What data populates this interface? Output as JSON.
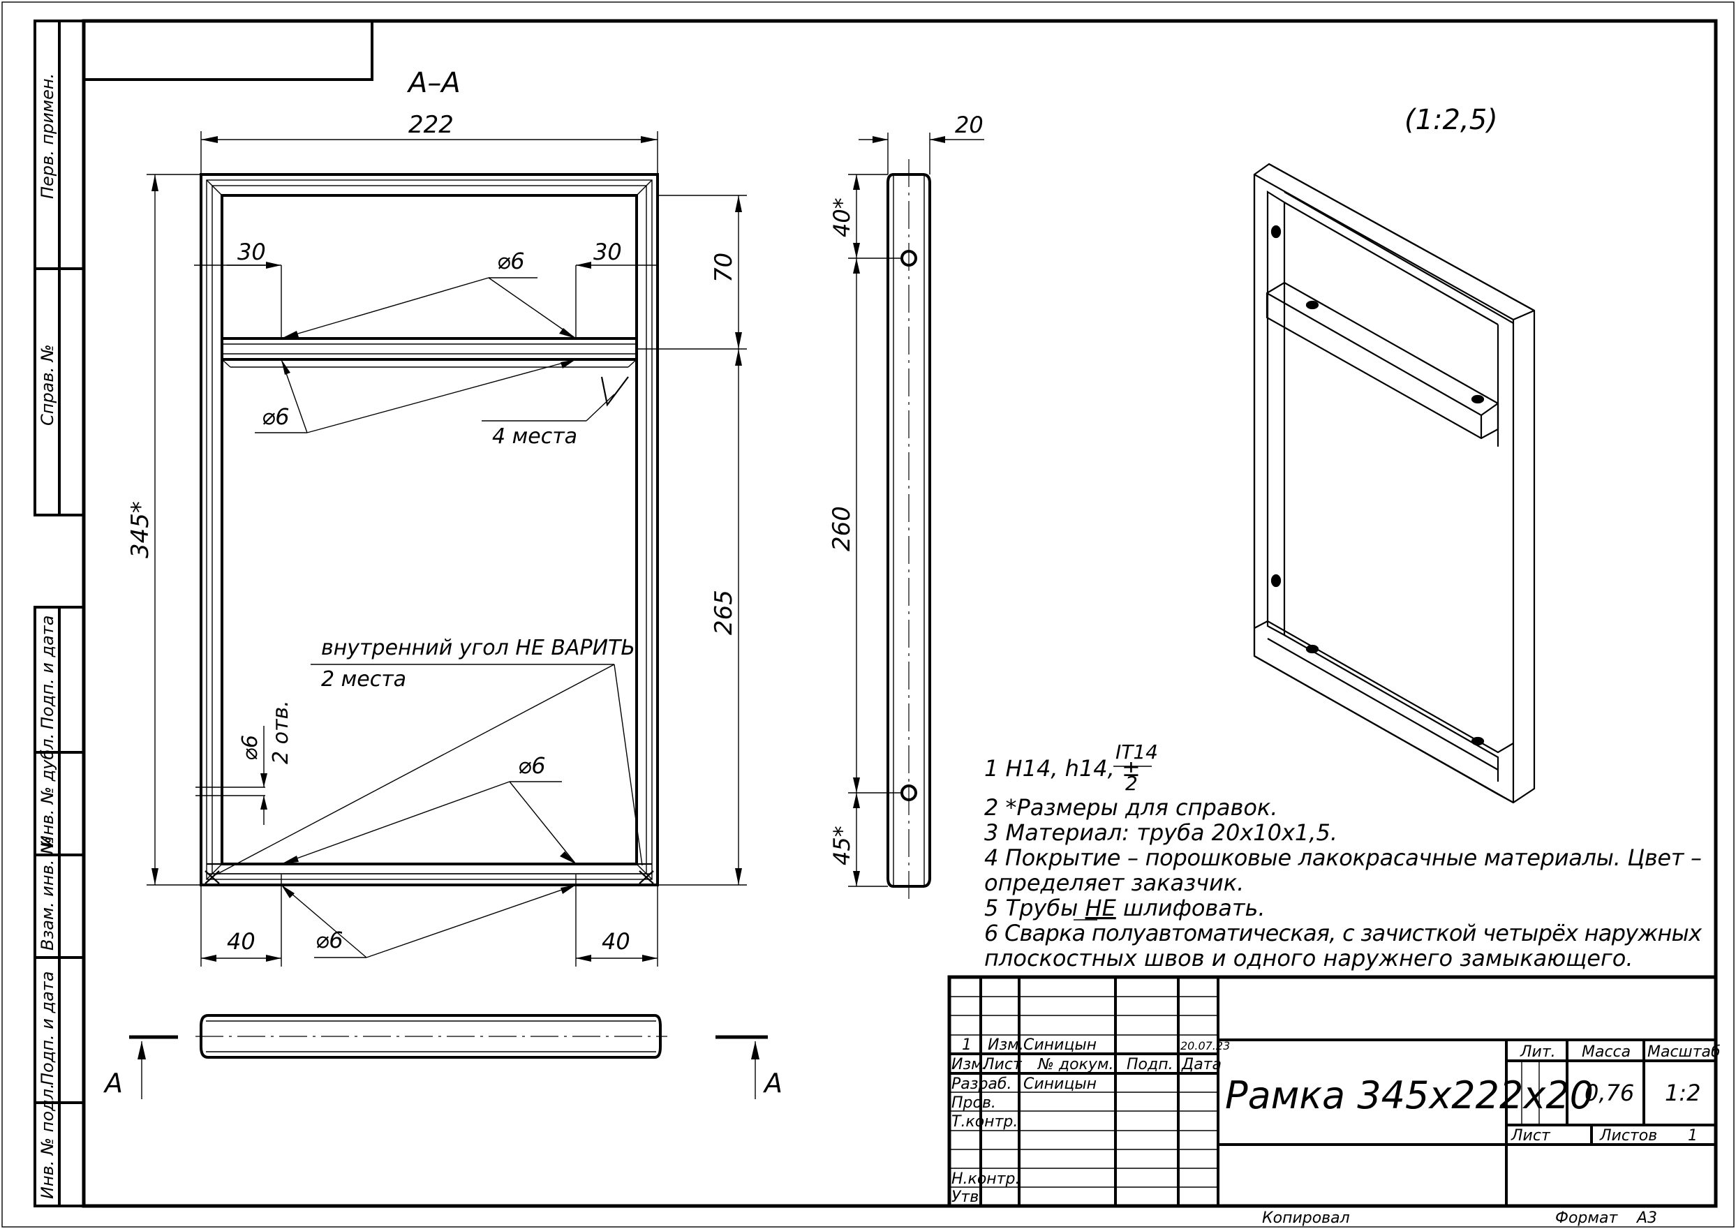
{
  "section_label": "А–А",
  "scale_note": "(1:2,5)",
  "dims": {
    "width_top": "222",
    "height_total": "345*",
    "left_30": "30",
    "right_30": "30",
    "phi6_top": "⌀6",
    "phi6_left": "⌀6",
    "places4": "4 места",
    "right_70": "70",
    "right_265": "265",
    "side_20": "20",
    "side_40": "40*",
    "side_260": "260",
    "side_45": "45*",
    "weld_note": "внутренний угол НЕ ВАРИТЬ",
    "weld_places": "2 места",
    "holes_phi": "⌀6",
    "holes_count": "2 отв.",
    "phi6_bottom": "⌀6",
    "phi6_bottom_left": "⌀6",
    "bottom_40_left": "40",
    "bottom_40_right": "40",
    "section_A_left": "А",
    "section_A_right": "А"
  },
  "notes": {
    "n1_prefix": "1 H14, h14, ±",
    "n1_num": "IT14",
    "n1_den": "2",
    "n2": "2  *Размеры для справок.",
    "n3": "3  Материал: труба 20х10х1,5.",
    "n4a": "4  Покрытие  –  порошковые  лакокрасачные  материалы.  Цвет  –",
    "n4b": "определяет заказчик.",
    "n5_pre": "5  Трубы ",
    "n5_ne": "НЕ",
    "n5_post": " шлифовать.",
    "n6a": "6  Сварка   полуавтоматическая,   с   зачисткой   четырёх   наружных",
    "n6b": "плоскостных швов и одного наружнего замыкающего."
  },
  "side_stamp": {
    "perv_primen": "Перв. примен.",
    "sprav_no": "Справ. №",
    "podp_data_1": "Подп. и дата",
    "inv_dubl": "Инв. № дубл.",
    "vzam_inv": "Взам. инв. №",
    "podp_data_2": "Подп. и дата",
    "inv_podl": "Инв. № подл."
  },
  "title_block": {
    "rev_num": "1",
    "rev_izm": "Изм.",
    "rev_author": "Синицын",
    "rev_date": "20.07.23",
    "h_izm": "Изм.",
    "h_list": "Лист",
    "h_doc": "№ докум.",
    "h_podp": "Подп.",
    "h_data": "Дата",
    "razrab": "Разраб.",
    "razrab_name": "Синицын",
    "prov": "Пров.",
    "tkontr": "Т.контр.",
    "nkontr": "Н.контр.",
    "utv": "Утв.",
    "title": "Рамка 345х222х20",
    "lit": "Лит.",
    "massa": "Масса",
    "masshtab": "Масштаб",
    "mass_value": "0,76",
    "scale_value": "1:2",
    "list": "Лист",
    "listov": "Листов",
    "listov_value": "1",
    "kopiroval": "Копировал",
    "format": "Формат",
    "format_value": "А3"
  }
}
